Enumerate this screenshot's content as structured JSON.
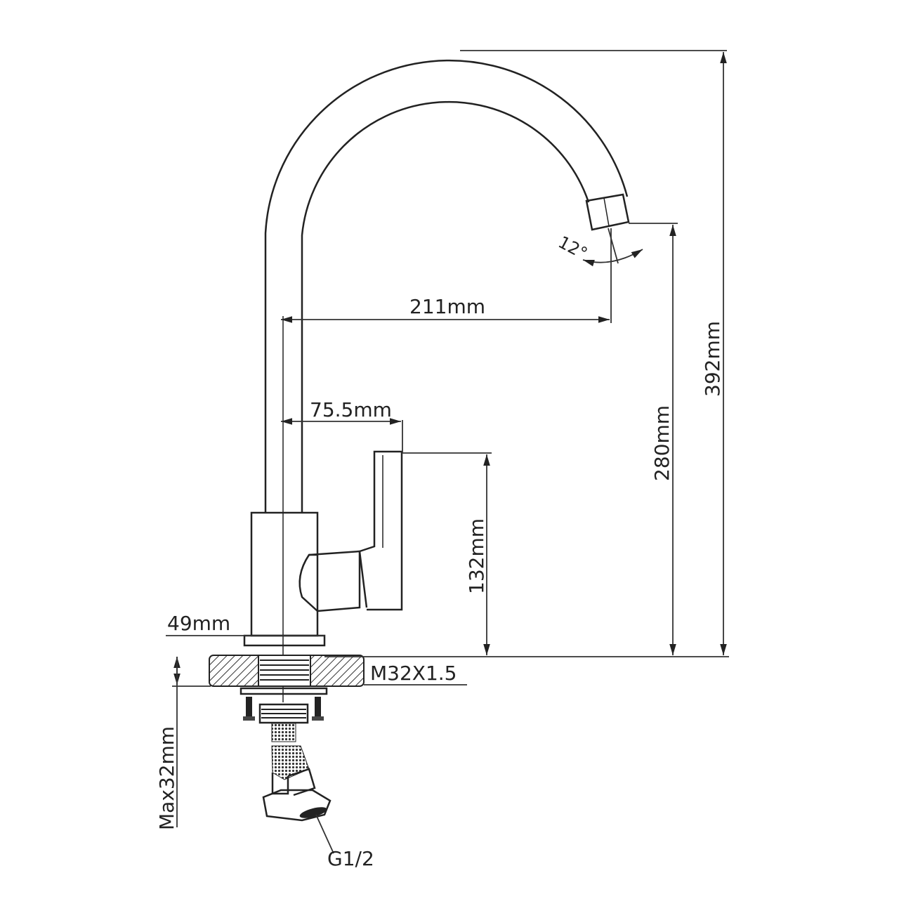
{
  "title": "Kitchen faucet dimension drawing",
  "dimensions": {
    "total_height": "392mm",
    "spout_height": "280mm",
    "spout_reach": "211mm",
    "handle_offset": "75.5mm",
    "handle_height": "132mm",
    "base_diameter": "49mm",
    "thread": "M32X1.5",
    "max_counter_thickness": "Max32mm",
    "connection": "G1/2",
    "spout_angle": "12°"
  },
  "colors": {
    "line": "#222222",
    "background": "#ffffff"
  }
}
